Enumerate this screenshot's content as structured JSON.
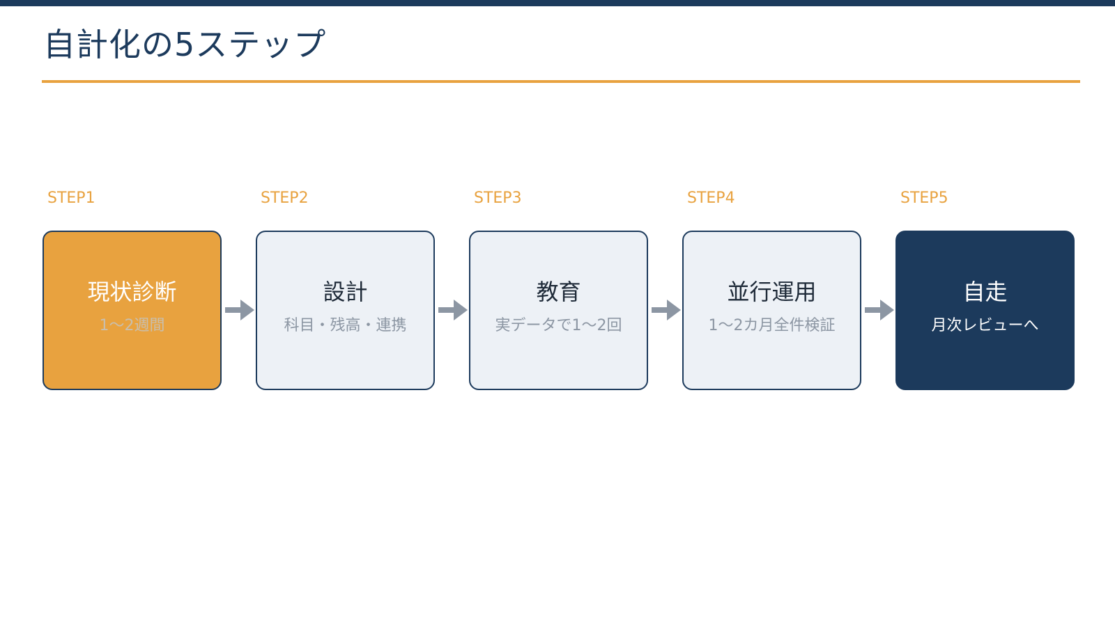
{
  "title": "自計化の5ステップ",
  "colors": {
    "navy": "#1c3a5c",
    "orange": "#e8a23f",
    "light": "#edf1f6",
    "arrow": "#8c96a3"
  },
  "steps": [
    {
      "label": "STEP1",
      "name": "現状診断",
      "sub": "1〜2週間"
    },
    {
      "label": "STEP2",
      "name": "設計",
      "sub": "科目・残高・連携"
    },
    {
      "label": "STEP3",
      "name": "教育",
      "sub": "実データで1〜2回"
    },
    {
      "label": "STEP4",
      "name": "並行運用",
      "sub": "1〜2カ月全件検証"
    },
    {
      "label": "STEP5",
      "name": "自走",
      "sub": "月次レビューへ"
    }
  ]
}
